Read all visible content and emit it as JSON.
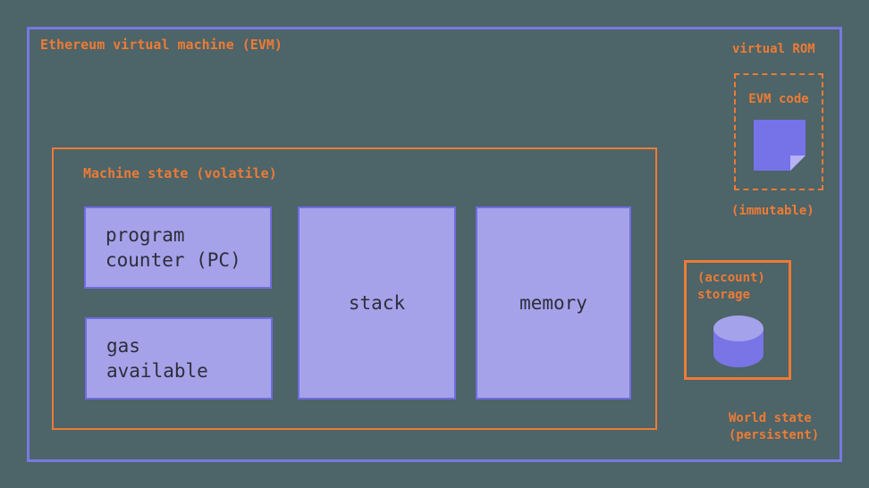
{
  "evm": {
    "title": "Ethereum virtual machine (EVM)"
  },
  "machine_state": {
    "label": "Machine state (volatile)",
    "boxes": [
      {
        "id": "program-counter",
        "label": "program\ncounter (PC)"
      },
      {
        "id": "gas-available",
        "label": "gas\navailable"
      },
      {
        "id": "stack",
        "label": "stack"
      },
      {
        "id": "memory",
        "label": "memory"
      }
    ]
  },
  "virtual_rom": {
    "label": "virtual ROM",
    "code_label": "EVM code",
    "note": "(immutable)",
    "icon": "document-page-icon"
  },
  "storage": {
    "label": "(account)\nstorage",
    "world_state": "World state\n(persistent)",
    "icon": "database-cylinder-icon"
  },
  "colors": {
    "background": "#4d6468",
    "outer_border_purple": "#7779e2",
    "accent_orange": "#ed7b35",
    "box_fill_periwinkle": "#a5a2e9",
    "box_border_purple": "#6f6ce0",
    "icon_purple": "#7672e8",
    "icon_fold_light": "#b6b2f4",
    "cylinder_top_light": "#a5a2ec",
    "text_dark": "#2e2d3b"
  }
}
